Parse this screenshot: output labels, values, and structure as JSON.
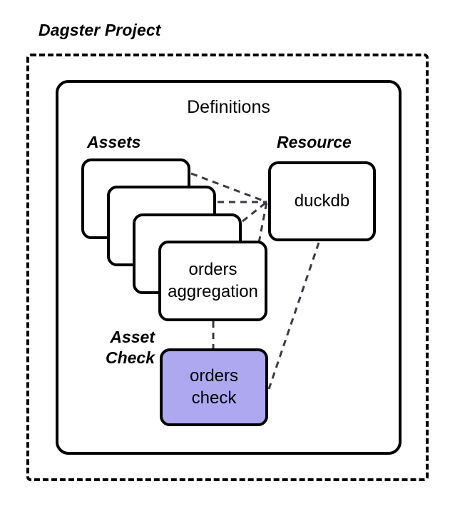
{
  "diagram": {
    "type": "block-diagram",
    "title": "Dagster Project",
    "background_color": "#ffffff",
    "line_color": "#000000",
    "connector_color": "#3a3a46",
    "outer_container": {
      "label": "Dagster Project",
      "border_style": "dashed"
    },
    "inner_container": {
      "label": "Definitions",
      "border_style": "solid"
    },
    "groups": [
      {
        "id": "assets",
        "label": "Assets"
      },
      {
        "id": "resource",
        "label": "Resource"
      },
      {
        "id": "asset-check",
        "label": "Asset\nCheck",
        "line1": "Asset",
        "line2": "Check"
      }
    ],
    "nodes": [
      {
        "id": "asset-card-1",
        "label": "",
        "group": "assets",
        "fill": "#ffffff"
      },
      {
        "id": "asset-card-2",
        "label": "",
        "group": "assets",
        "fill": "#ffffff"
      },
      {
        "id": "asset-card-3",
        "label": "",
        "group": "assets",
        "fill": "#ffffff"
      },
      {
        "id": "orders-aggregation",
        "label": "orders aggregation",
        "line1": "orders",
        "line2": "aggregation",
        "group": "assets",
        "fill": "#ffffff"
      },
      {
        "id": "duckdb",
        "label": "duckdb",
        "group": "resource",
        "fill": "#ffffff"
      },
      {
        "id": "orders-check",
        "label": "orders check",
        "line1": "orders",
        "line2": "check",
        "group": "asset-check",
        "fill": "#ada8f0"
      }
    ],
    "edges": [
      {
        "from": "asset-card-1",
        "to": "duckdb",
        "style": "dashed"
      },
      {
        "from": "asset-card-2",
        "to": "duckdb",
        "style": "dashed"
      },
      {
        "from": "asset-card-3",
        "to": "duckdb",
        "style": "dashed"
      },
      {
        "from": "orders-aggregation",
        "to": "duckdb",
        "style": "dashed"
      },
      {
        "from": "orders-aggregation",
        "to": "orders-check",
        "style": "dashed"
      },
      {
        "from": "duckdb",
        "to": "orders-check",
        "style": "dashed"
      }
    ]
  }
}
